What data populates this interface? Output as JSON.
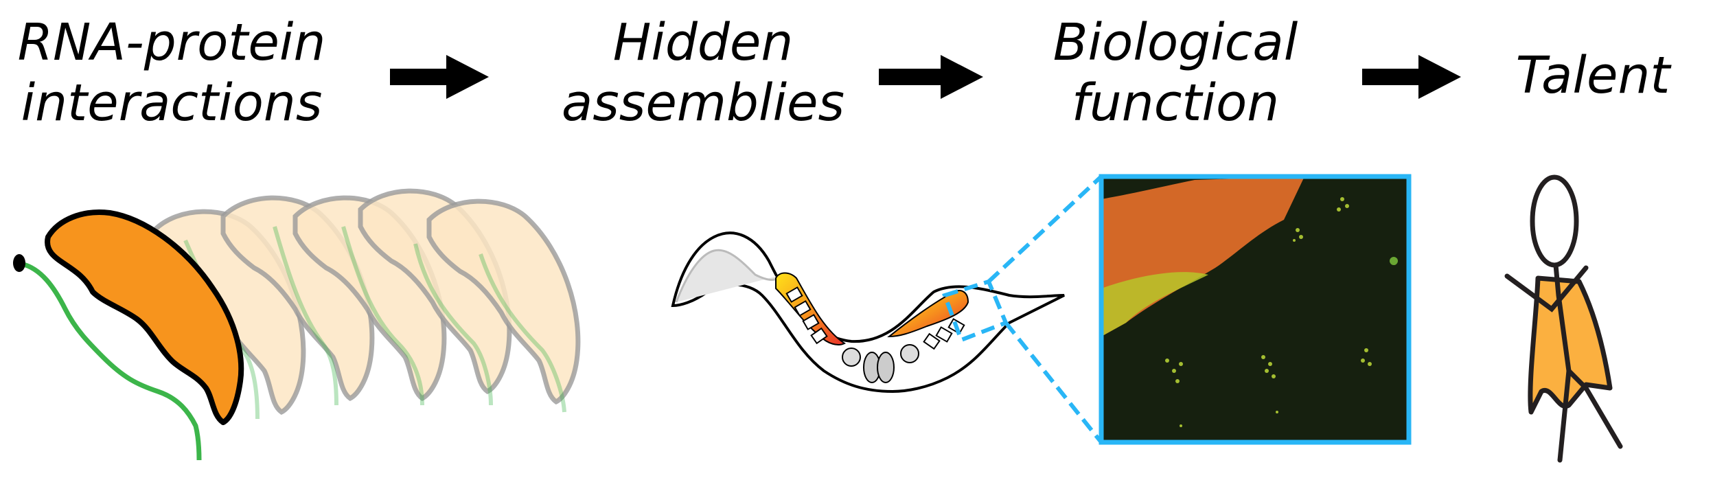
{
  "steps": [
    {
      "line1": "RNA-protein",
      "line2": "interactions"
    },
    {
      "line1": "Hidden",
      "line2": "assemblies"
    },
    {
      "line1": "Biological",
      "line2": "function"
    },
    {
      "line1": "Talent",
      "line2": ""
    }
  ],
  "colors": {
    "protein_orange": "#f7941d",
    "ghost_fill": "#fde6c4",
    "rna_green": "#3cb54a",
    "zoom_blue": "#29b6f6",
    "cape_orange": "#fbb040",
    "micro_bg": "#16200f"
  }
}
